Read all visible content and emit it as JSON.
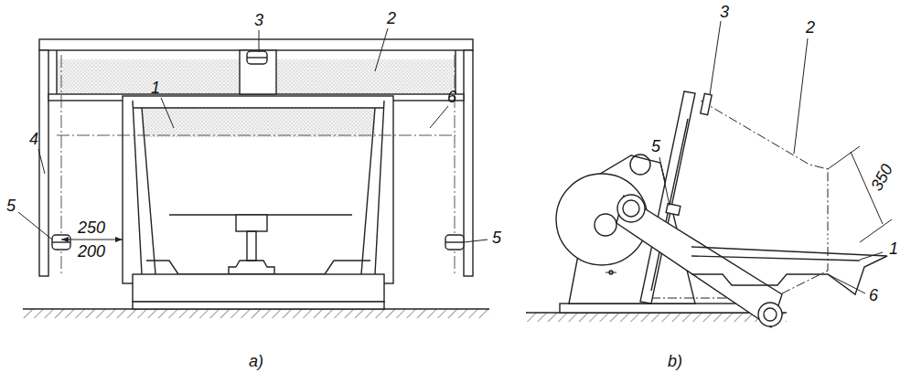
{
  "diagram": {
    "labels": [
      "3",
      "2",
      "1",
      "6",
      "4",
      "5",
      "5",
      "250",
      "200",
      "a)",
      "3",
      "5",
      "2",
      "350",
      "1",
      "6",
      "b)"
    ]
  }
}
